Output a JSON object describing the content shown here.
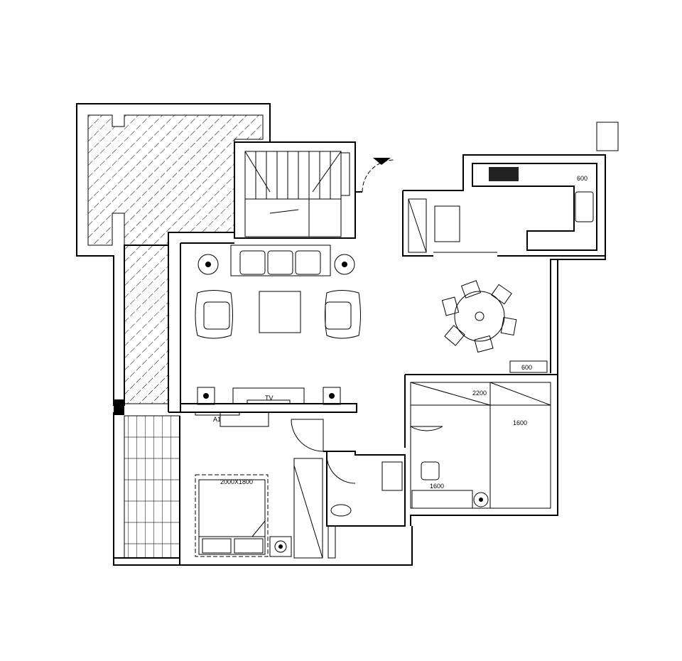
{
  "plan": {
    "labels": {
      "tv": "TV",
      "ac": "A1",
      "bed_size": "2000X1800",
      "dim_wardrobe": "2200",
      "dim_bed2_width": "1600",
      "dim_desk": "1600",
      "dim_sideboard": "600",
      "dim_kitchen": "600"
    },
    "colors": {
      "line": "#000000",
      "background": "#ffffff"
    }
  }
}
